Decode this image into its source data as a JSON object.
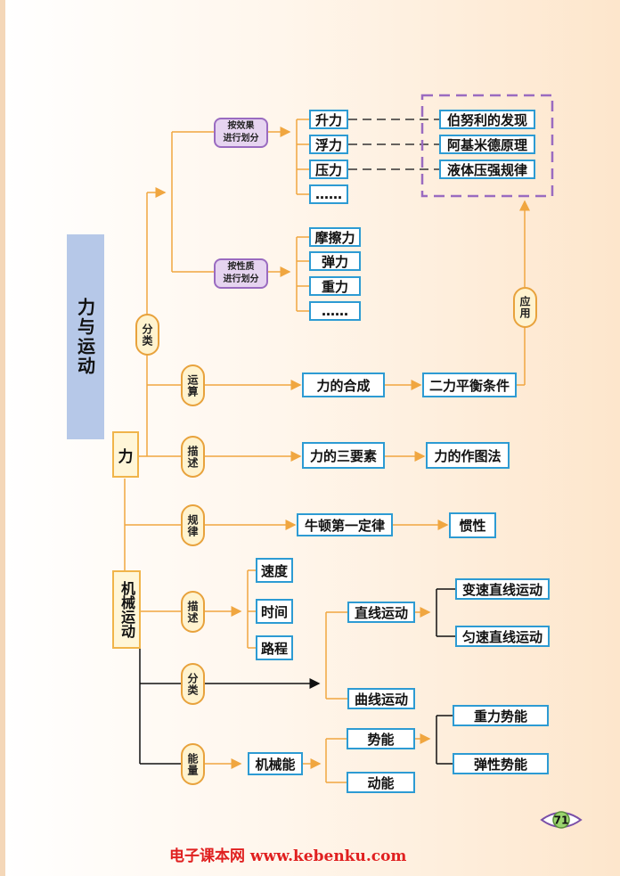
{
  "title": "力与运动",
  "force": "力",
  "mech": "机械运动",
  "fenlei_force": "分类",
  "yunsuan": "运算",
  "miaoshu_force": "描述",
  "guilv": "规律",
  "miaoshu_mech": "描述",
  "fenlei_mech": "分类",
  "nengliang": "能量",
  "yingyong": "应用",
  "by_effect": "按效果 进行划分",
  "by_nature": "按性质 进行划分",
  "effect_forces": [
    "升力",
    "浮力",
    "压力",
    "……"
  ],
  "nature_forces": [
    "摩擦力",
    "弹力",
    "重力",
    "……"
  ],
  "principles": [
    "伯努利的发现",
    "阿基米德原理",
    "液体压强规律"
  ],
  "composition": "力的合成",
  "balance": "二力平衡条件",
  "three_elements": "力的三要素",
  "drawing": "力的作图法",
  "newton": "牛顿第一定律",
  "inertia": "惯性",
  "describe_items": [
    "速度",
    "时间",
    "路程"
  ],
  "straight": "直线运动",
  "curve": "曲线运动",
  "variable": "变速直线运动",
  "uniform": "匀速直线运动",
  "mech_energy": "机械能",
  "potential": "势能",
  "kinetic": "动能",
  "gravity_pe": "重力势能",
  "elastic_pe": "弹性势能",
  "page_number": "71",
  "footer": "电子课本网 www.kebenku.com",
  "colors": {
    "blue_border": "#2d9bd3",
    "orange_line": "#f0a640",
    "purple": "#9a6bc0",
    "title_bg": "#b6c8e8"
  }
}
